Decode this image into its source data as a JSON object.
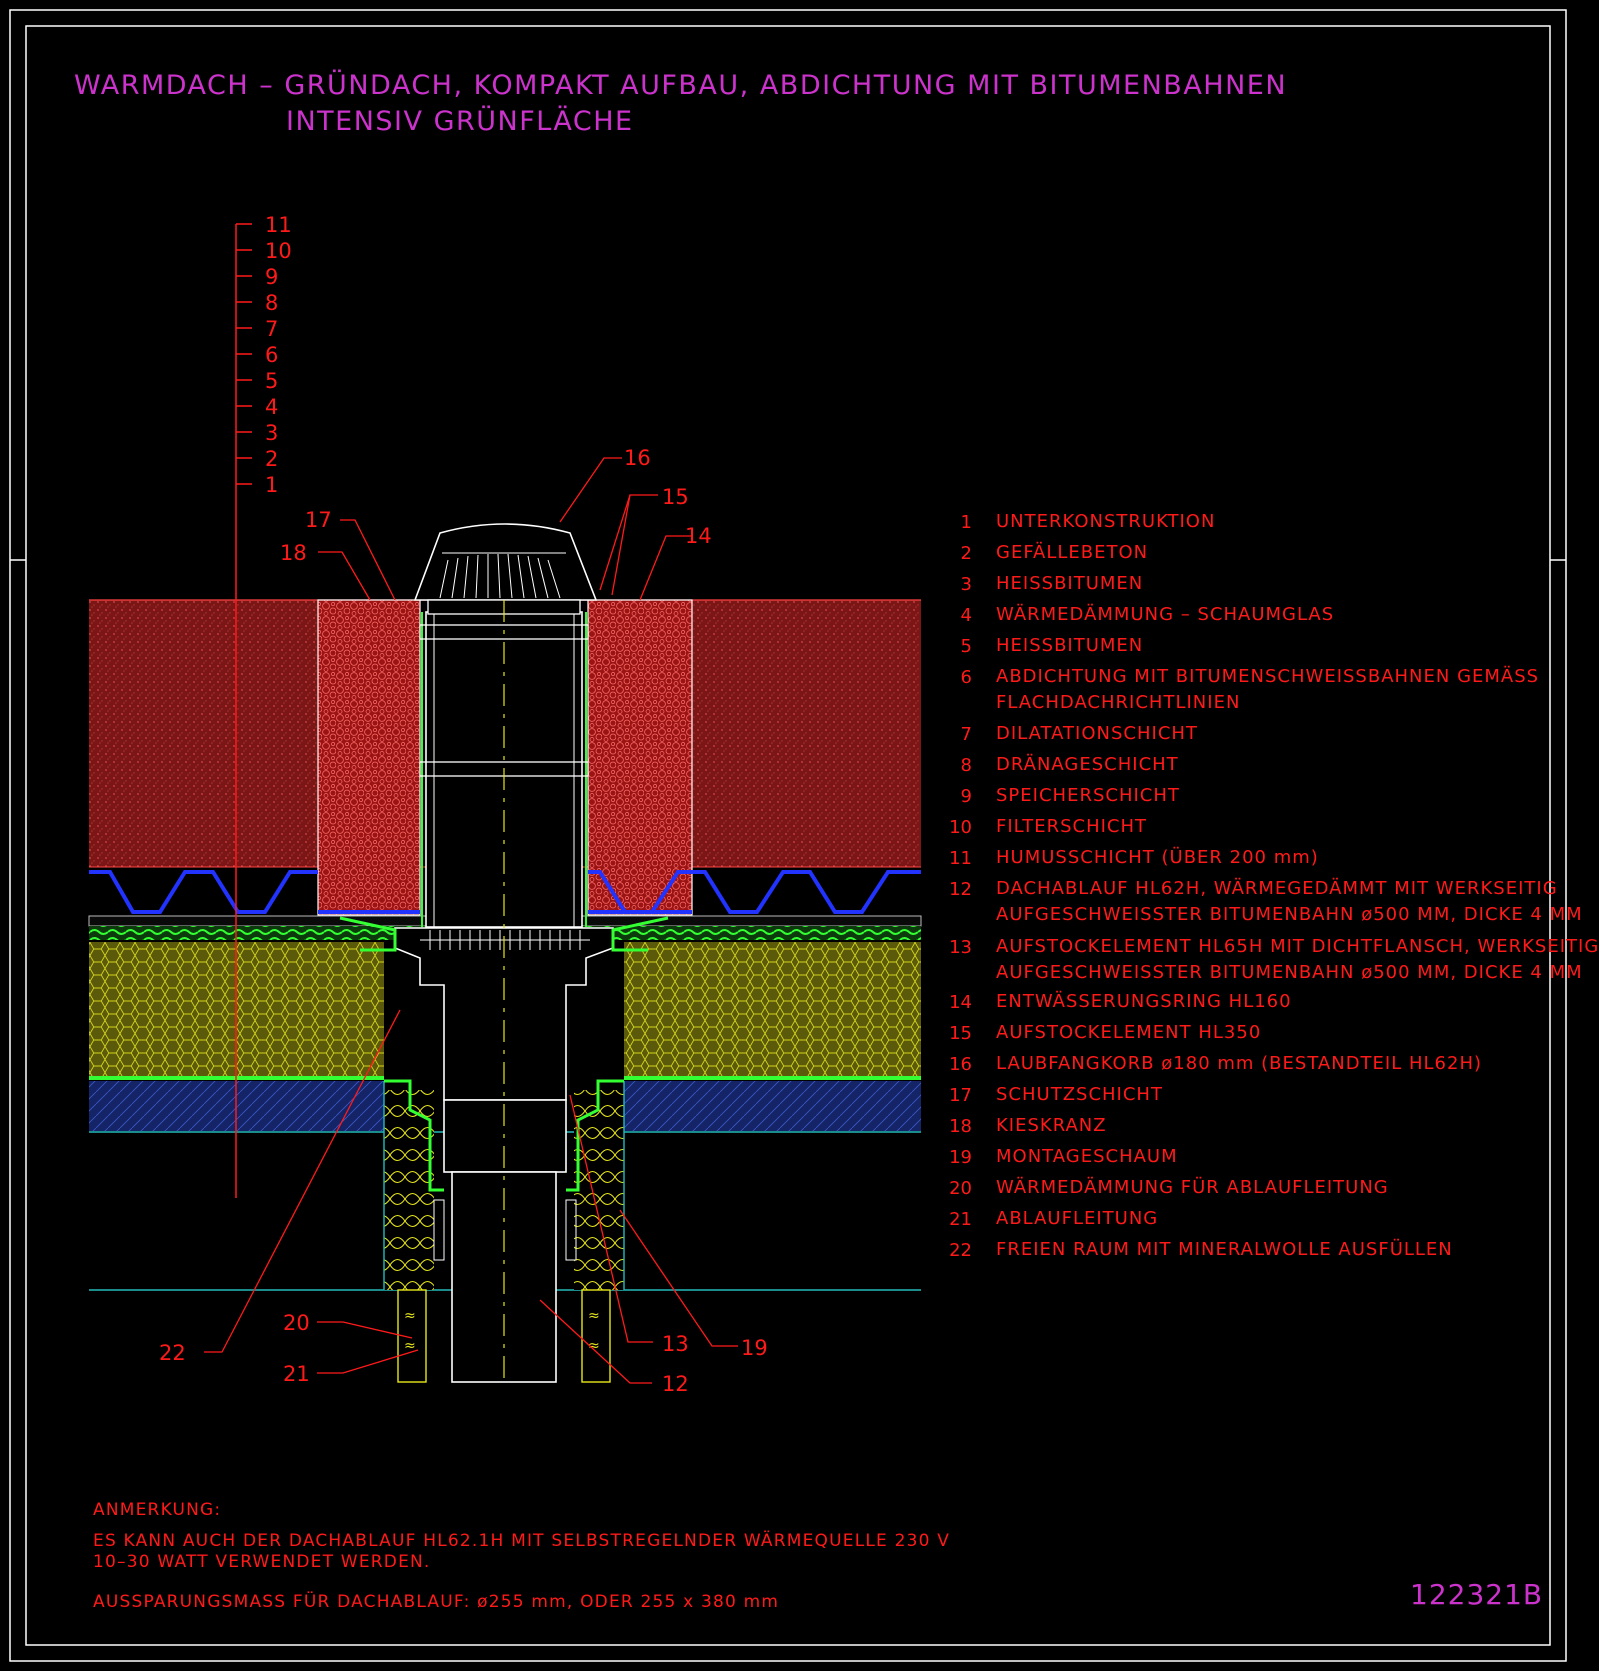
{
  "title": {
    "line1": "WARMDACH – GRÜNDACH, KOMPAKT AUFBAU, ABDICHTUNG MIT BITUMENBAHNEN",
    "line2": "INTENSIV GRÜNFLÄCHE"
  },
  "layer_scale": [
    "11",
    "10",
    "9",
    "8",
    "7",
    "6",
    "5",
    "4",
    "3",
    "2",
    "1"
  ],
  "callouts": {
    "c16": "16",
    "c15": "15",
    "c14": "14",
    "c17": "17",
    "c18": "18",
    "c22": "22",
    "c20": "20",
    "c21": "21",
    "c13": "13",
    "c12": "12",
    "c19": "19"
  },
  "legend": [
    {
      "num": "1",
      "lines": [
        "UNTERKONSTRUKTION"
      ]
    },
    {
      "num": "2",
      "lines": [
        "GEFÄLLEBETON"
      ]
    },
    {
      "num": "3",
      "lines": [
        "HEISSBITUMEN"
      ]
    },
    {
      "num": "4",
      "lines": [
        "WÄRMEDÄMMUNG – SCHAUMGLAS"
      ]
    },
    {
      "num": "5",
      "lines": [
        "HEISSBITUMEN"
      ]
    },
    {
      "num": "6",
      "lines": [
        "ABDICHTUNG MIT BITUMENSCHWEISSBAHNEN GEMÄSS",
        "FLACHDACHRICHTLINIEN"
      ]
    },
    {
      "num": "7",
      "lines": [
        "DILATATIONSCHICHT"
      ]
    },
    {
      "num": "8",
      "lines": [
        "DRÄNAGESCHICHT"
      ]
    },
    {
      "num": "9",
      "lines": [
        "SPEICHERSCHICHT"
      ]
    },
    {
      "num": "10",
      "lines": [
        "FILTERSCHICHT"
      ]
    },
    {
      "num": "11",
      "lines": [
        "HUMUSSCHICHT (ÜBER 200 mm)"
      ]
    },
    {
      "num": "12",
      "lines": [
        "DACHABLAUF HL62H, WÄRMEGEDÄMMT MIT WERKSEITIG",
        "AUFGESCHWEISSTER BITUMENBAHN ø500 MM, DICKE 4 MM"
      ]
    },
    {
      "num": "13",
      "lines": [
        "AUFSTOCKELEMENT HL65H MIT DICHTFLANSCH, WERKSEITIG",
        "AUFGESCHWEISSTER BITUMENBAHN ø500 MM, DICKE 4 MM"
      ]
    },
    {
      "num": "14",
      "lines": [
        "ENTWÄSSERUNGSRING HL160"
      ]
    },
    {
      "num": "15",
      "lines": [
        "AUFSTOCKELEMENT HL350"
      ]
    },
    {
      "num": "16",
      "lines": [
        "LAUBFANGKORB ø180 mm (BESTANDTEIL HL62H)"
      ]
    },
    {
      "num": "17",
      "lines": [
        "SCHUTZSCHICHT"
      ]
    },
    {
      "num": "18",
      "lines": [
        "KIESKRANZ"
      ]
    },
    {
      "num": "19",
      "lines": [
        "MONTAGESCHAUM"
      ]
    },
    {
      "num": "20",
      "lines": [
        "WÄRMEDÄMMUNG FÜR ABLAUFLEITUNG"
      ]
    },
    {
      "num": "21",
      "lines": [
        "ABLAUFLEITUNG"
      ]
    },
    {
      "num": "22",
      "lines": [
        "FREIEN RAUM MIT MINERALWOLLE AUSFÜLLEN"
      ]
    }
  ],
  "note": {
    "heading": "ANMERKUNG:",
    "line1": "ES KANN AUCH DER DACHABLAUF HL62.1H MIT SELBSTREGELNDER WÄRMEQUELLE 230 V",
    "line2": "10–30 WATT VERWENDET WERDEN.",
    "line3": "AUSSPARUNGSMASS FÜR DACHABLAUF: ø255 mm, ODER 255 x 380 mm"
  },
  "drawing_number": "122321B",
  "colors": {
    "background": "#000000",
    "title": "#cc33cc",
    "annotation": "#ff1a1a",
    "frame": "#ffffff",
    "humus": "#8b1a1a",
    "gravel": "#c81e1e",
    "insulation": "#8a8a12",
    "membrane": "#22dd22",
    "drainage": "#2233ff",
    "concrete": "#1a2a8a",
    "slab_line": "#22bbbb",
    "pipe_insulation": "#e6e61a"
  }
}
